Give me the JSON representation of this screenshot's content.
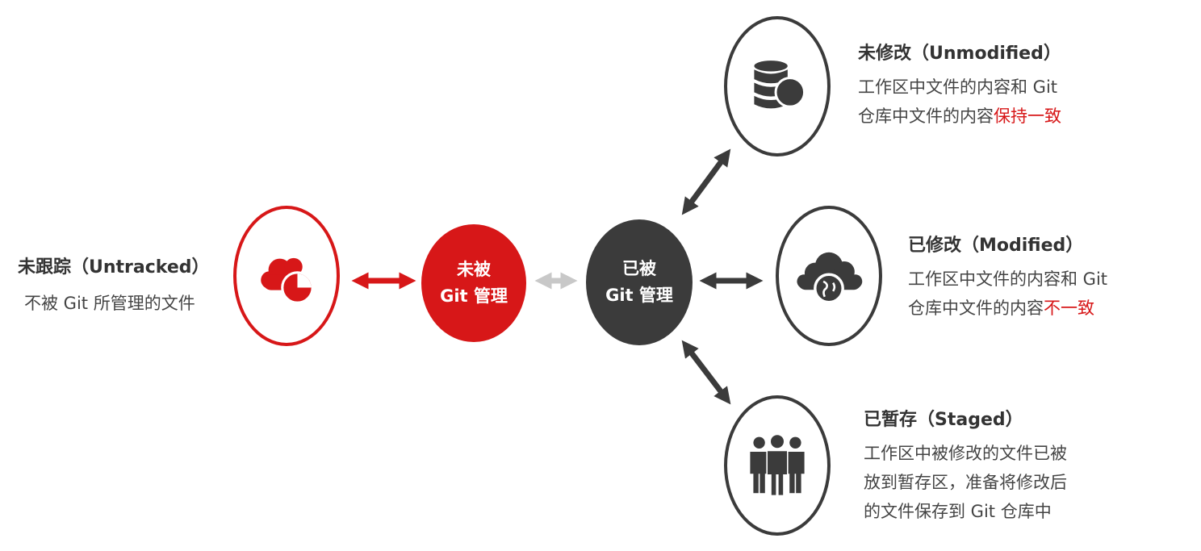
{
  "untracked": {
    "title": "未跟踪（Untracked）",
    "desc": "不被 Git 所管理的文件",
    "icon": "cloud-pie-icon"
  },
  "not_managed": {
    "line1": "未被",
    "line2": "Git 管理"
  },
  "managed": {
    "line1": "已被",
    "line2": "Git 管理"
  },
  "unmodified": {
    "title": "未修改（Unmodified）",
    "line1": "工作区中文件的内容和 Git",
    "line2_prefix": "仓库中文件的内容",
    "line2_highlight": "保持一致",
    "icon": "database-icon"
  },
  "modified": {
    "title": "已修改（Modified）",
    "line1": "工作区中文件的内容和 Git",
    "line2_prefix": "仓库中文件的内容",
    "line2_highlight": "不一致",
    "icon": "cloud-globe-icon"
  },
  "staged": {
    "title": "已暂存（Staged）",
    "line1": "工作区中被修改的文件已被",
    "line2": "放到暂存区，准备将修改后",
    "line3": "的文件保存到 Git 仓库中",
    "icon": "people-icon"
  },
  "colors": {
    "red": "#d71718",
    "dark": "#3b3b3b",
    "light_arrow": "#c8c8c8"
  }
}
